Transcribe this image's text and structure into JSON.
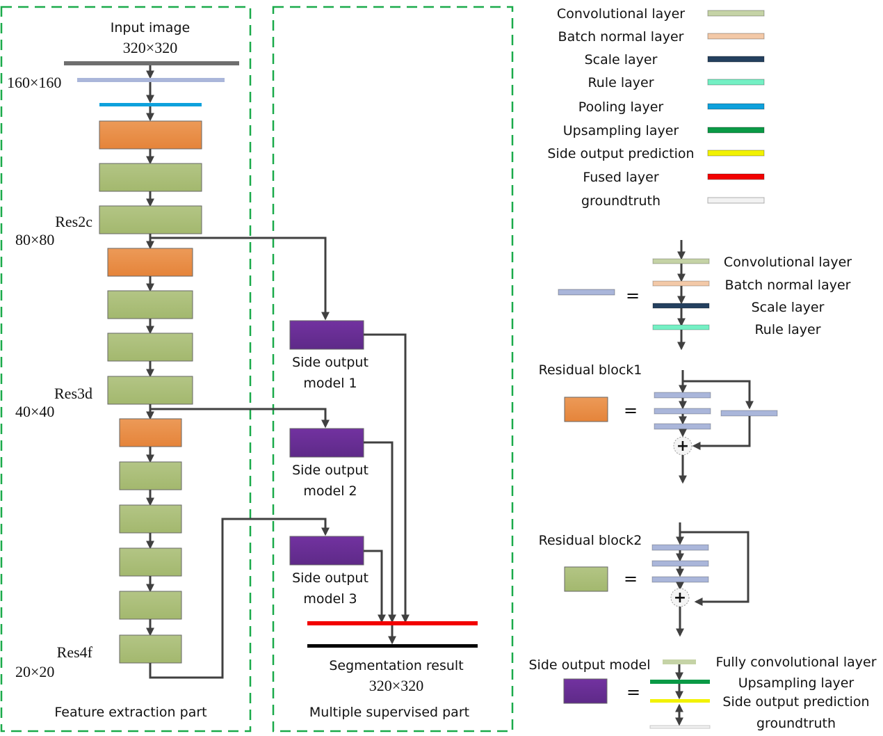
{
  "sections": {
    "feature_extraction": "Feature extraction part",
    "multiple_supervised": "Multiple supervised part"
  },
  "input": {
    "title": "Input image",
    "size": "320×320"
  },
  "sizes": {
    "s160": "160×160",
    "s80": "80×80",
    "s40": "40×40",
    "s20": "20×20"
  },
  "stages": {
    "res2c": "Res2c",
    "res3d": "Res3d",
    "res4f": "Res4f"
  },
  "side_outputs": [
    {
      "line1": "Side output",
      "line2": "model 1"
    },
    {
      "line1": "Side output",
      "line2": "model 2"
    },
    {
      "line1": "Side output",
      "line2": "model 3"
    }
  ],
  "result": {
    "title": "Segmentation result",
    "size": "320×320"
  },
  "legend": {
    "items": [
      {
        "label": "Convolutional layer",
        "color": "#c5d3a6"
      },
      {
        "label": "Batch normal layer",
        "color": "#f3c9a8"
      },
      {
        "label": "Scale layer",
        "color": "#24405f"
      },
      {
        "label": "Rule layer",
        "color": "#74f0c4"
      },
      {
        "label": "Pooling layer",
        "color": "#0ea1dc"
      },
      {
        "label": "Upsampling layer",
        "color": "#0a9a46"
      },
      {
        "label": "Side output prediction",
        "color": "#f2f200"
      },
      {
        "label": "Fused layer",
        "color": "#f20000"
      },
      {
        "label": "groundtruth",
        "color": "#f2f2f2"
      }
    ]
  },
  "conv_unit": {
    "equals": "=",
    "layers": [
      "Convolutional layer",
      "Batch normal layer",
      "Scale layer",
      "Rule layer"
    ]
  },
  "residual_block1": {
    "title": "Residual block1",
    "equals": "=",
    "plus": "+"
  },
  "residual_block2": {
    "title": "Residual block2",
    "equals": "=",
    "plus": "+"
  },
  "side_output_model": {
    "title": "Side output  model",
    "equals": "=",
    "layers": [
      "Fully convolutional layer",
      "Upsampling layer",
      "Side output prediction",
      "groundtruth"
    ]
  },
  "colors": {
    "frame": "#1aaa4a",
    "orange_block": "#e8893c",
    "green_block": "#a9bf78",
    "purple_block": "#6a2e93",
    "conv_unit_bar": "#aab6da",
    "input_bar": "#6e6e6e",
    "output_bar": "#000000",
    "arrow": "#404040"
  }
}
